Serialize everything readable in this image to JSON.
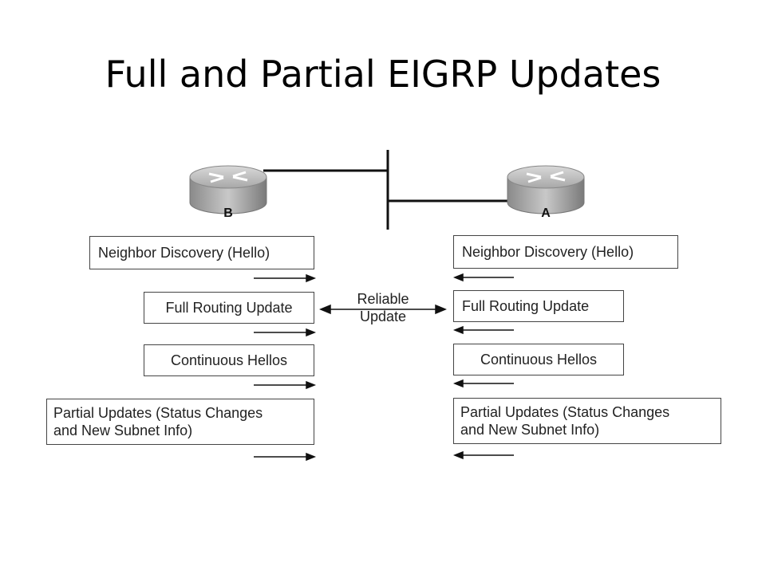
{
  "title": "Full and Partial EIGRP Updates",
  "routers": {
    "left": {
      "label": "B"
    },
    "right": {
      "label": "A"
    }
  },
  "reliable_update": {
    "line1": "Reliable",
    "line2": "Update"
  },
  "left_boxes": [
    {
      "line1": "Neighbor Discovery (Hello)",
      "line2": ""
    },
    {
      "line1": "Full Routing Update",
      "line2": ""
    },
    {
      "line1": "Continuous Hellos",
      "line2": ""
    },
    {
      "line1": "Partial Updates (Status Changes",
      "line2": "and New Subnet Info)"
    }
  ],
  "right_boxes": [
    {
      "line1": "Neighbor Discovery (Hello)",
      "line2": ""
    },
    {
      "line1": "Full Routing Update",
      "line2": ""
    },
    {
      "line1": "Continuous Hellos",
      "line2": ""
    },
    {
      "line1": "Partial Updates (Status Changes",
      "line2": "and New Subnet Info)"
    }
  ],
  "colors": {
    "line": "#111111",
    "box_border": "#444444",
    "router_gray": "#9a9a9a"
  }
}
